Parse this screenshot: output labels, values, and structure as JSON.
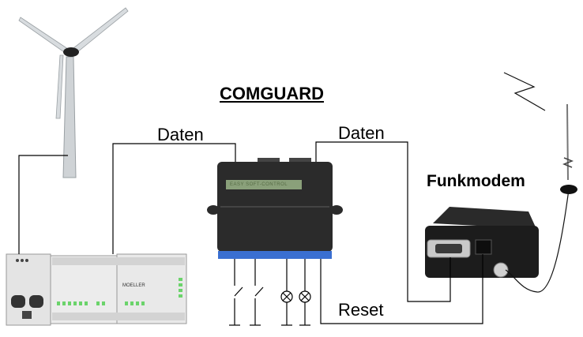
{
  "diagram": {
    "title": "COMGUARD",
    "link_labels": {
      "daten_plc": "Daten",
      "daten_modem": "Daten",
      "reset": "Reset"
    },
    "device_labels": {
      "modem": "Funkmodem"
    },
    "device_prints": {
      "plc_brand": "MOELLER",
      "comguard_panel": "EASY SOFT-CONTROL"
    },
    "devices": [
      "wind-turbine",
      "plc-controller",
      "comguard-unit",
      "radio-modem",
      "antenna"
    ],
    "colors": {
      "line": "#000000",
      "comguard_body": "#2b2b2b",
      "comguard_label": "#8aa07a",
      "terminal_strip": "#3a6fd1",
      "plc_body": "#e8e8e8",
      "plc_led": "#6bd36b",
      "modem_body": "#1c1c1c"
    }
  }
}
